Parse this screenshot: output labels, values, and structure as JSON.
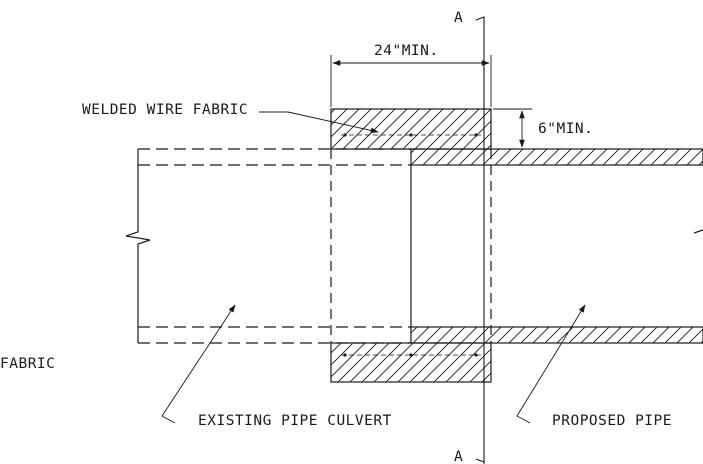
{
  "labels": {
    "section_mark_top": "A",
    "section_mark_bottom": "A",
    "width_dimension": "24\"MIN.",
    "thickness_dimension": "6\"MIN.",
    "welded_wire_fabric": "WELDED WIRE FABRIC",
    "fabric_partial": "FABRIC",
    "existing_pipe": "EXISTING PIPE CULVERT",
    "proposed_pipe": "PROPOSED PIPE"
  },
  "colors": {
    "line": "#1a1a1a",
    "background": "#ffffff"
  }
}
